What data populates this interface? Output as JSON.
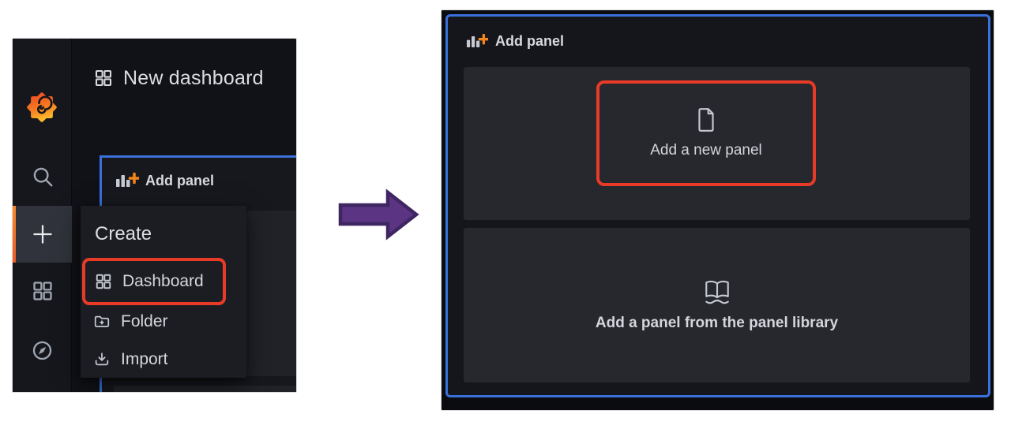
{
  "left_screenshot": {
    "header": {
      "title": "New dashboard"
    },
    "panel": {
      "title": "Add panel"
    },
    "sidebar_icons": [
      "grafana-logo",
      "search-icon",
      "plus-icon",
      "apps-icon",
      "compass-icon"
    ],
    "menu": {
      "title": "Create",
      "items": [
        {
          "label": "Dashboard",
          "icon": "apps-icon",
          "highlighted": true
        },
        {
          "label": "Folder",
          "icon": "folder-plus-icon",
          "highlighted": false
        },
        {
          "label": "Import",
          "icon": "import-icon",
          "highlighted": false
        }
      ]
    }
  },
  "arrow": {
    "direction": "right",
    "fill": "#5b3583",
    "stroke": "#3f2562"
  },
  "right_screenshot": {
    "panel": {
      "title": "Add panel"
    },
    "buttons": [
      {
        "label": "Add a new panel",
        "icon": "file-icon",
        "highlighted": true
      },
      {
        "label": "Add a panel from the panel library",
        "icon": "book-icon",
        "highlighted": false
      }
    ]
  },
  "colors": {
    "background": "#ffffff",
    "ui_dark": "#15161b",
    "section_gray": "#26282e",
    "accent_blue": "#3a70d9",
    "highlight_red": "#e73b27",
    "accent_orange": "#f2851c"
  }
}
